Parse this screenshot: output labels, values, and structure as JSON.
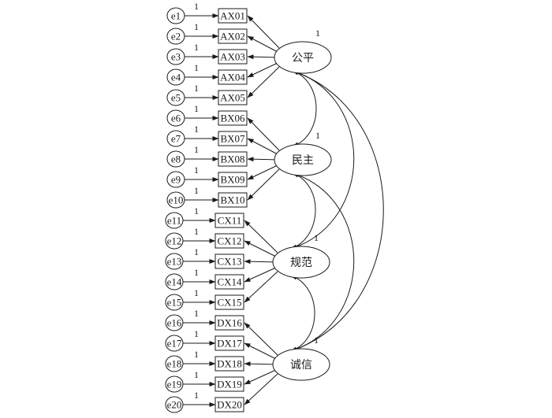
{
  "title": "Structural equation model: measurement model of four latent factors",
  "fixed_label": "1",
  "latents": [
    {
      "id": "F1",
      "label": "公平",
      "variance_label": "1",
      "indicators": [
        "AX01",
        "AX02",
        "AX03",
        "AX04",
        "AX05"
      ]
    },
    {
      "id": "F2",
      "label": "民主",
      "variance_label": "1",
      "indicators": [
        "BX06",
        "BX07",
        "BX08",
        "BX09",
        "BX10"
      ]
    },
    {
      "id": "F3",
      "label": "规范",
      "variance_label": "1",
      "indicators": [
        "CX11",
        "CX12",
        "CX13",
        "CX14",
        "CX15"
      ]
    },
    {
      "id": "F4",
      "label": "诚信",
      "variance_label": "1",
      "indicators": [
        "DX16",
        "DX17",
        "DX18",
        "DX19",
        "DX20"
      ]
    }
  ],
  "errors": [
    "e1",
    "e2",
    "e3",
    "e4",
    "e5",
    "e6",
    "e7",
    "e8",
    "e9",
    "e10",
    "e11",
    "e12",
    "e13",
    "e14",
    "e15",
    "e16",
    "e17",
    "e18",
    "e19",
    "e20"
  ],
  "error_path_label": "1",
  "covariances": [
    [
      "F1",
      "F2"
    ],
    [
      "F1",
      "F3"
    ],
    [
      "F1",
      "F4"
    ],
    [
      "F2",
      "F3"
    ],
    [
      "F2",
      "F4"
    ],
    [
      "F3",
      "F4"
    ]
  ],
  "colors": {
    "stroke": "#1a1a1a",
    "background": "#ffffff"
  }
}
